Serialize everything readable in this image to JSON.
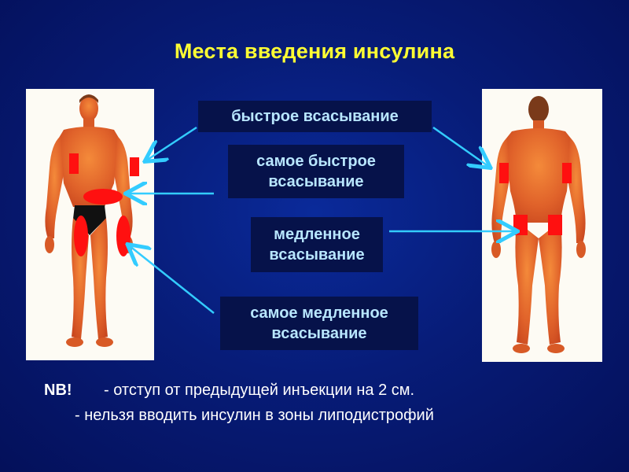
{
  "title": "Места введения инсулина",
  "labels": {
    "fast": "быстрое всасывание",
    "fastest_line1": "самое быстрое",
    "fastest_line2": "всасывание",
    "slow_line1": "медленное",
    "slow_line2": "всасывание",
    "slowest_line1": "самое медленное",
    "slowest_line2": "всасывание"
  },
  "notes": {
    "nb": "NB!",
    "line1": "- отступ от предыдущей инъекции на 2 см.",
    "line2": "- нельзя вводить инсулин в зоны липодистрофий"
  },
  "colors": {
    "title": "#ffff33",
    "label_text": "#b8e6ff",
    "label_bg": "#06124a",
    "arrow": "#33ccff",
    "zone": "#ff1010",
    "skin": "#e8682a"
  }
}
